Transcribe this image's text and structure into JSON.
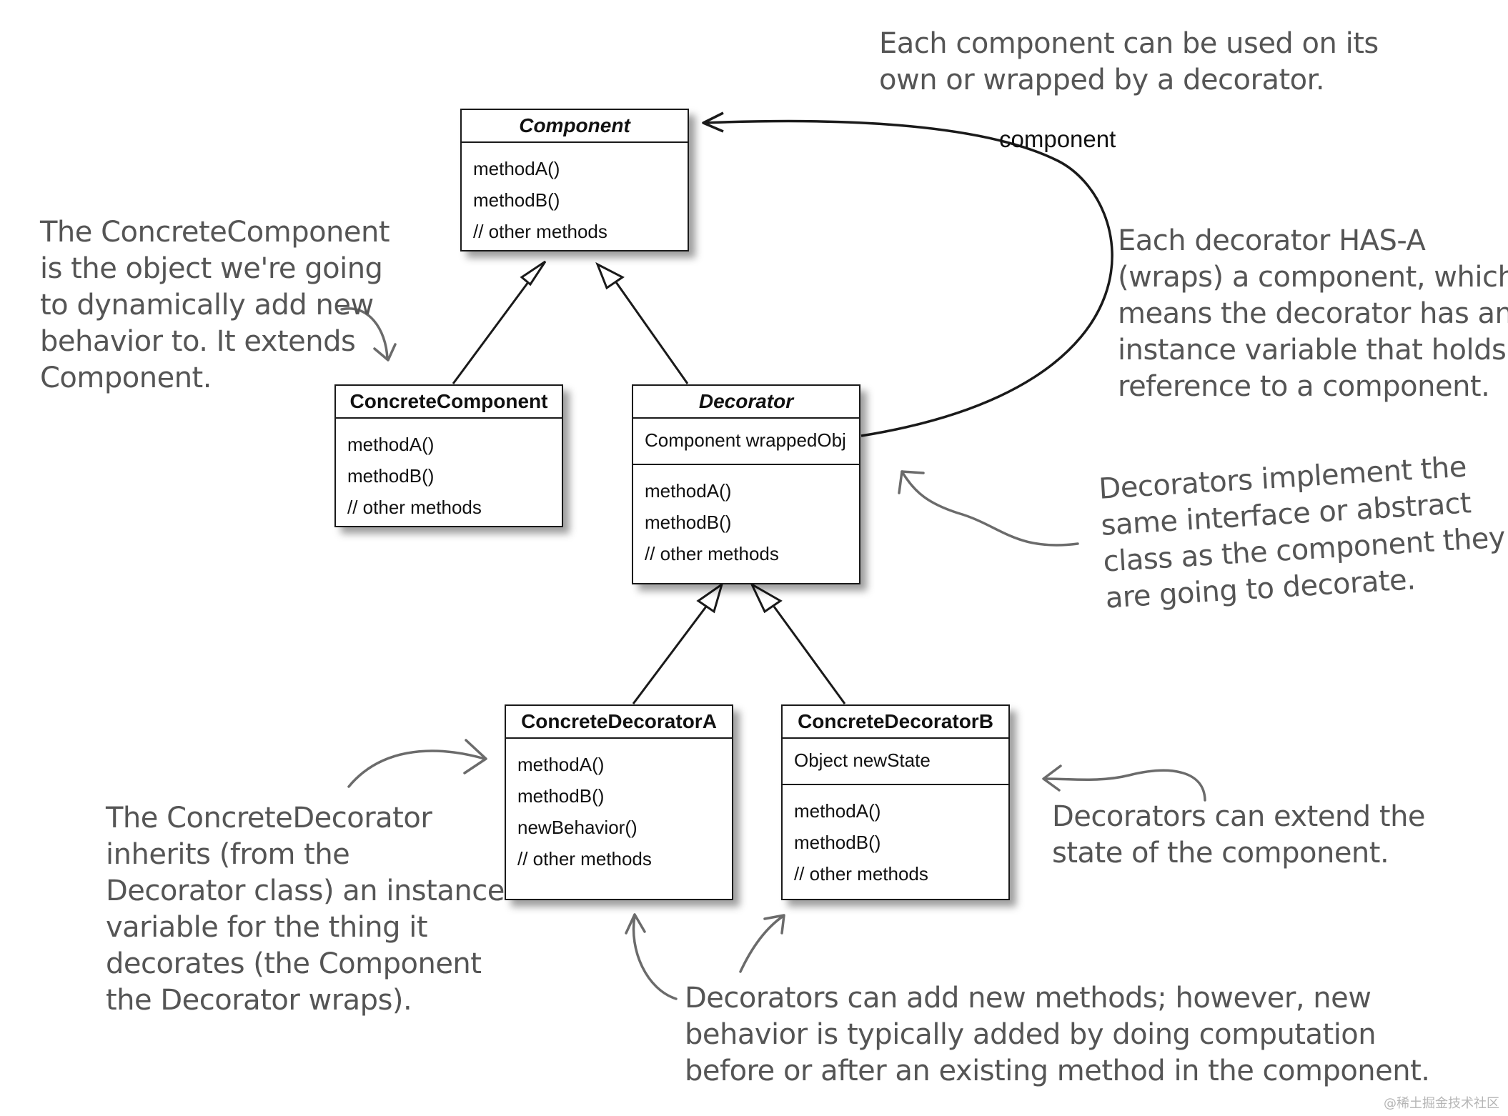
{
  "classes": {
    "component": {
      "name": "Component",
      "abstract": true,
      "methods": [
        "methodA()",
        "methodB()",
        "// other methods"
      ]
    },
    "concrete_component": {
      "name": "ConcreteComponent",
      "abstract": false,
      "methods": [
        "methodA()",
        "methodB()",
        "// other methods"
      ]
    },
    "decorator": {
      "name": "Decorator",
      "abstract": true,
      "attributes": [
        "Component wrappedObj"
      ],
      "methods": [
        "methodA()",
        "methodB()",
        "// other methods"
      ]
    },
    "concrete_decorator_a": {
      "name": "ConcreteDecoratorA",
      "abstract": false,
      "methods": [
        "methodA()",
        "methodB()",
        "newBehavior()",
        "// other methods"
      ]
    },
    "concrete_decorator_b": {
      "name": "ConcreteDecoratorB",
      "abstract": false,
      "attributes": [
        "Object newState"
      ],
      "methods": [
        "methodA()",
        "methodB()",
        "// other methods"
      ]
    }
  },
  "association": {
    "role_label": "component"
  },
  "notes": {
    "top": [
      "Each component can be used on its",
      "own or wrapped by a decorator."
    ],
    "concrete_component": [
      "The ConcreteComponent",
      "is the object we're going",
      "to dynamically add new",
      "behavior to. It extends",
      "Component."
    ],
    "has_a": [
      "Each decorator HAS-A",
      "(wraps) a component, which",
      "means the decorator has an",
      "instance variable that holds a",
      "reference to a component."
    ],
    "same_interface": [
      "Decorators implement the",
      "same interface or abstract",
      "class as the component they",
      "are going to decorate."
    ],
    "concrete_decorator": [
      "The ConcreteDecorator",
      "inherits (from the",
      "Decorator class) an instance",
      "variable for the thing it",
      "decorates (the Component",
      "the Decorator wraps)."
    ],
    "extend_state": [
      "Decorators can extend the",
      "state of the component."
    ],
    "new_methods": [
      "Decorators can add new methods; however, new",
      "behavior is typically added by doing computation",
      "before or after an existing method in the component."
    ]
  },
  "watermark": "@稀土掘金技术社区"
}
